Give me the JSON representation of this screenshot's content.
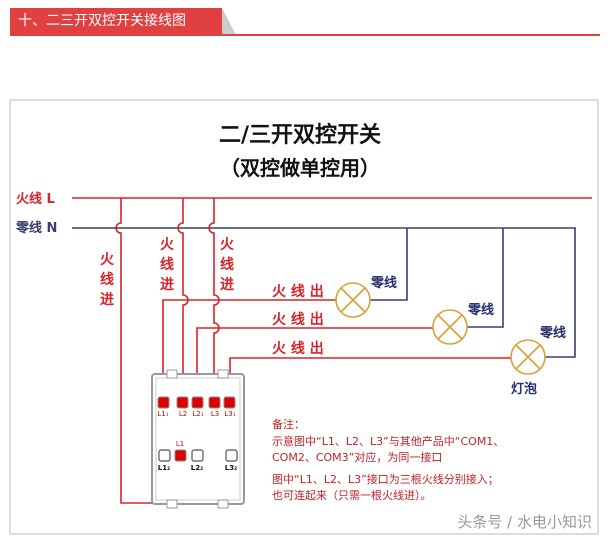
{
  "header": {
    "title": "十、二三开双控开关接线图"
  },
  "diagram": {
    "title": "二/三开双控开关",
    "subtitle": "（双控做单控用）",
    "live_label": "火线 L",
    "neutral_label": "零线 N",
    "live_in": [
      "火",
      "线",
      "进"
    ],
    "live_out": "火 线 出",
    "neutral": "零线",
    "bulb": "灯泡",
    "top_terminals": [
      "L1₁",
      "L2",
      "L2₁",
      "L3",
      "L3₁"
    ],
    "bottom_common": "L1",
    "bottom_terminals": [
      "L1₂",
      "L2₂",
      "L3₂"
    ],
    "notes": [
      "备注：",
      "示意图中“L1、L2、L3”与其他产品中“COM1、",
      "COM2、COM3”对应，为同一接口",
      "图中“L1、L2、L3”接口为三根火线分别接入；",
      "也可连起来（只需一根火线进）。"
    ],
    "colors": {
      "live": "#d9232a",
      "neutral": "#3a3f6e",
      "lamp": "#d9a03a",
      "header": "#e04040"
    }
  },
  "watermark": "头条号 / 水电小知识"
}
